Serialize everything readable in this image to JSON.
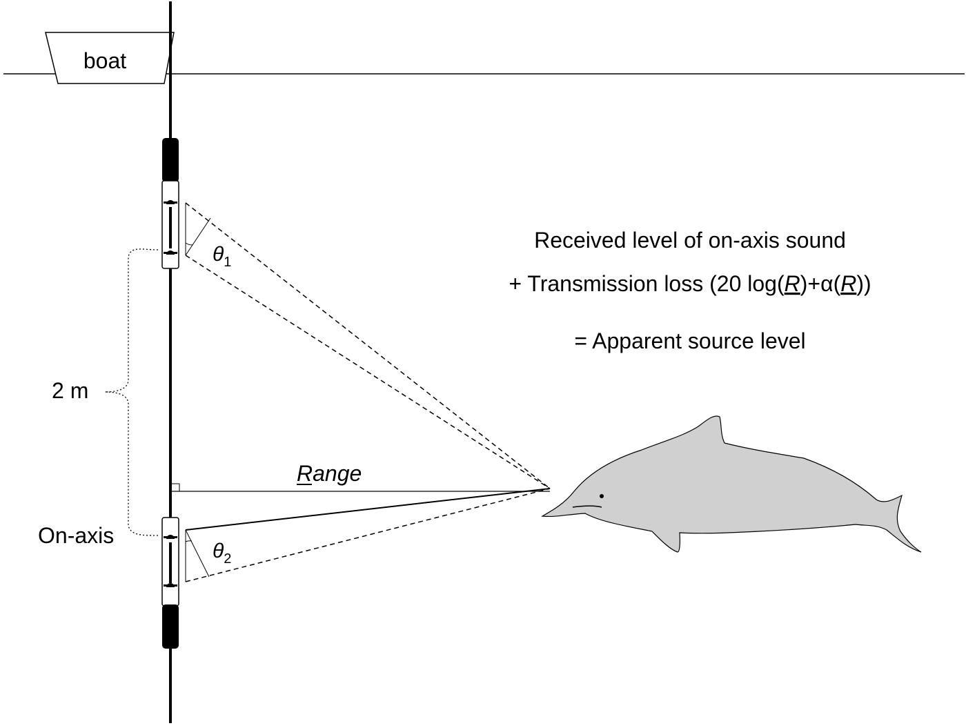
{
  "labels": {
    "boat": "boat",
    "spacing": "2 m",
    "on_axis": "On-axis",
    "range": "Range",
    "theta_symbol": "θ",
    "theta1_sub": "1",
    "theta2_sub": "2"
  },
  "equation": {
    "line1": "Received level of on-axis sound",
    "line2_pre": "+ Transmission loss (20 log(",
    "r1": "R",
    "line2_mid": ")+α(",
    "r2": "R",
    "line2_post": "))",
    "line3": "= Apparent  source level"
  },
  "colors": {
    "ink": "#000000",
    "dolphin_fill": "#d0d0d0",
    "background": "#ffffff"
  }
}
